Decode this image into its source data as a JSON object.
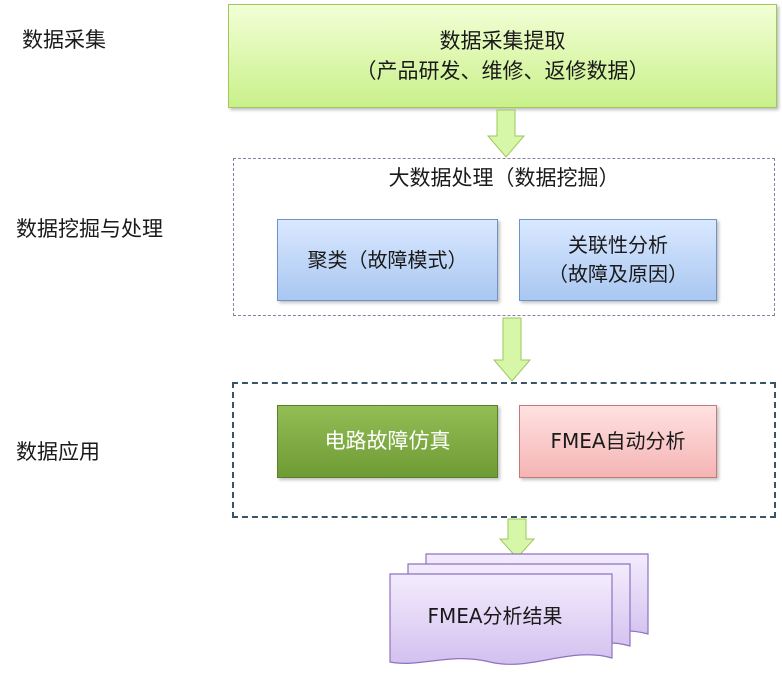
{
  "stages": {
    "collection": "数据采集",
    "mining": "数据挖掘与处理",
    "application": "数据应用"
  },
  "collection_box": {
    "line1": "数据采集提取",
    "line2": "（产品研发、维修、返修数据）"
  },
  "mining": {
    "title": "大数据处理（数据挖掘）",
    "cluster_label": "聚类（故障模式）",
    "association_line1": "关联性分析",
    "association_line2": "（故障及原因）"
  },
  "application": {
    "simulation_label": "电路故障仿真",
    "fmea_auto_label": "FMEA自动分析"
  },
  "result": {
    "label": "FMEA分析结果"
  },
  "colors": {
    "collect_fill": "#d6f7a8",
    "blue_fill": "#bcd4f6",
    "green_fill": "#7fab42",
    "pink_fill": "#f9c8c8",
    "result_fill": "#e3d6f5",
    "arrow_fill": "#d6f7a8"
  }
}
